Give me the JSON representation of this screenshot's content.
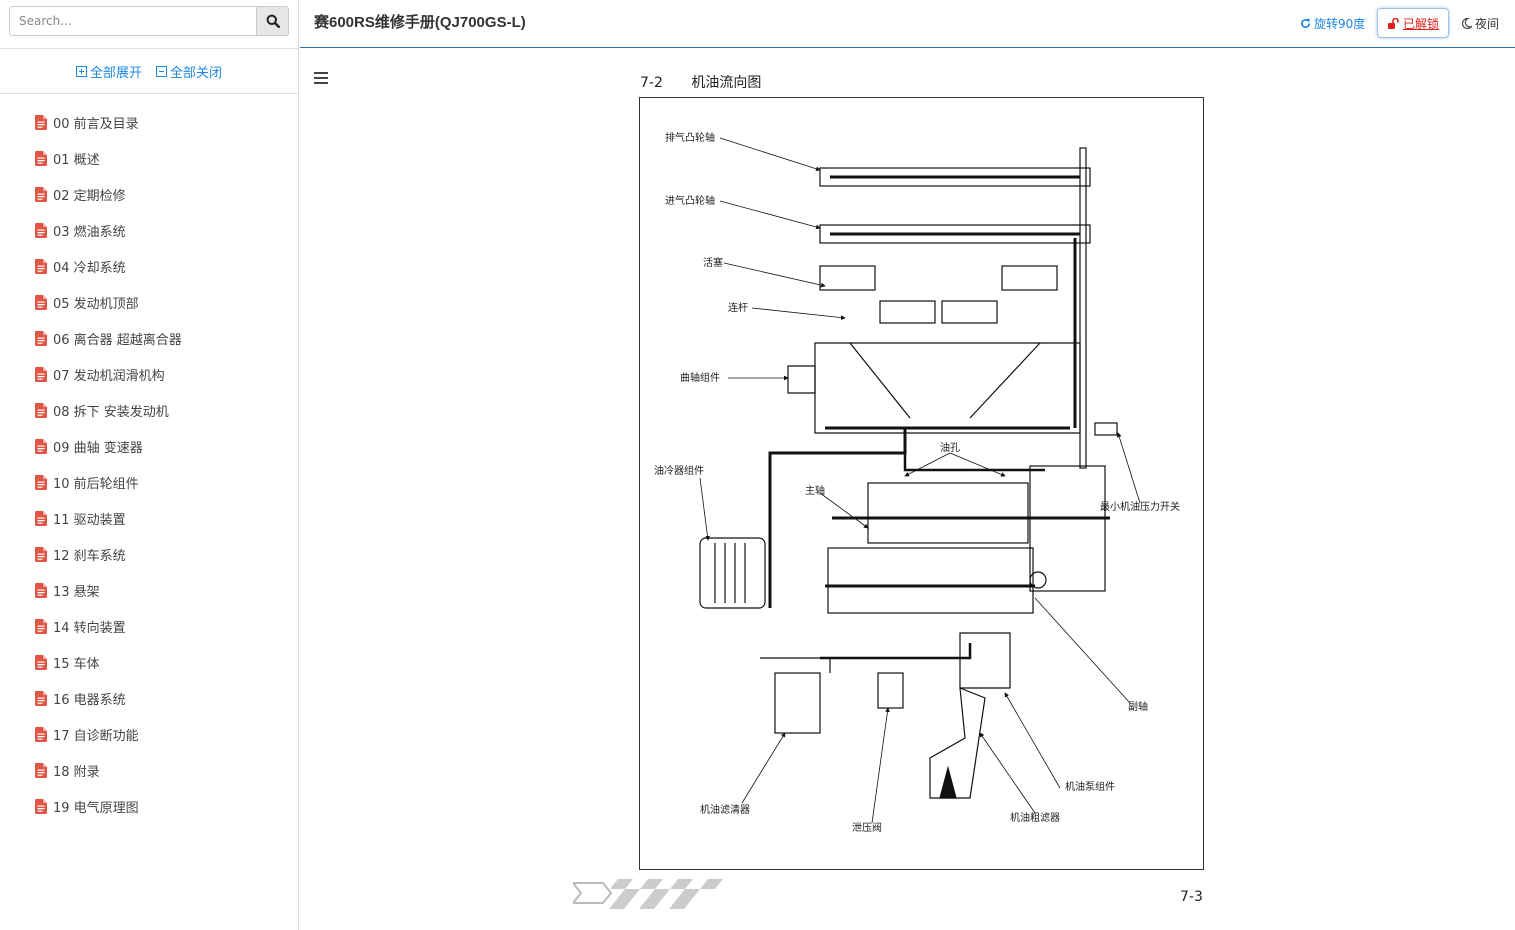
{
  "search": {
    "placeholder": "Search..."
  },
  "sidebar": {
    "expand_all": "全部展开",
    "collapse_all": "全部关闭",
    "items": [
      {
        "label": "00 前言及目录"
      },
      {
        "label": "01 概述"
      },
      {
        "label": "02 定期检修"
      },
      {
        "label": "03 燃油系统"
      },
      {
        "label": "04 冷却系统"
      },
      {
        "label": "05 发动机顶部"
      },
      {
        "label": "06 离合器 超越离合器"
      },
      {
        "label": "07 发动机润滑机构"
      },
      {
        "label": "08 拆下 安装发动机"
      },
      {
        "label": "09 曲轴 变速器"
      },
      {
        "label": "10 前后轮组件"
      },
      {
        "label": "11 驱动装置"
      },
      {
        "label": "12 刹车系统"
      },
      {
        "label": "13 悬架"
      },
      {
        "label": "14 转向装置"
      },
      {
        "label": "15 车体"
      },
      {
        "label": "16 电器系统"
      },
      {
        "label": "17 自诊断功能"
      },
      {
        "label": "18 附录"
      },
      {
        "label": "19 电气原理图"
      }
    ]
  },
  "header": {
    "title": "赛600RS维修手册(QJ700GS-L)",
    "rotate": "旋转90度",
    "unlocked": "已解锁",
    "night": "夜间"
  },
  "page": {
    "section_number": "7-2",
    "section_title": "机油流向图",
    "page_number": "7-3",
    "labels": {
      "exhaust_camshaft": "排气凸轮轴",
      "intake_camshaft": "进气凸轮轴",
      "piston": "活塞",
      "connecting_rod": "连杆",
      "crankshaft": "曲轴组件",
      "oil_hole": "油孔",
      "oil_cooler": "油冷器组件",
      "main_shaft": "主轴",
      "min_oil_pressure_switch": "最小机油压力开关",
      "counter_shaft": "副轴",
      "oil_pump": "机油泵组件",
      "oil_filter": "机油滤清器",
      "relief_valve": "泄压阀",
      "oil_strainer": "机油粗滤器"
    }
  },
  "colors": {
    "accent": "#1e88e5",
    "unlock": "#e0201b",
    "header_rule": "#2f6fa5",
    "pdf_icon": "#e05545"
  }
}
